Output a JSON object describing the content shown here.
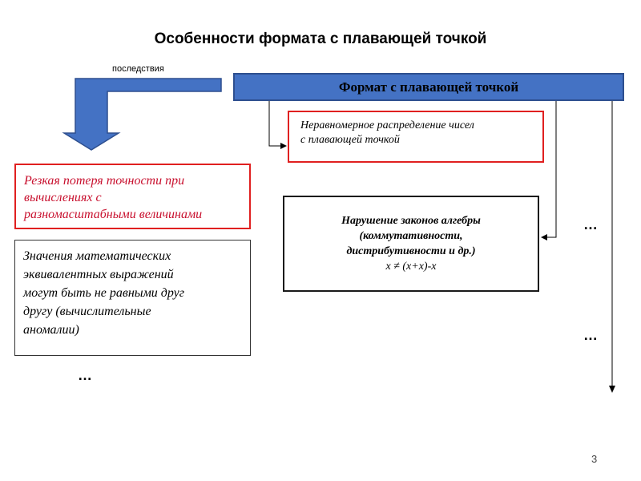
{
  "slide": {
    "title": "Особенности формата с плавающей точкой",
    "consequences_label": "последствия",
    "page_number": "3"
  },
  "diagram": {
    "header_box": "Формат с плавающей точкой",
    "uneven_distribution": [
      "Неравномерное распределение чисел",
      "с плавающей точкой"
    ],
    "algebra_violation": {
      "lines": [
        "Нарушение законов алгебры",
        "(коммутативности,",
        "дистрибутивности и др.)"
      ],
      "formula": "x ≠ (x+x)-x"
    },
    "precision_loss": [
      "Резкая потеря точности при",
      "вычислениях с",
      "разномасштабными величинами"
    ],
    "anomalies": [
      "Значения математических",
      "эквивалентных выражений",
      "могут быть не равными  друг",
      "другу (вычислительные",
      "аномалии)"
    ],
    "ellipsis": "…"
  },
  "colors": {
    "header_fill": "#4472c4",
    "arrow_fill": "#4472c4",
    "red_border": "#e02020",
    "precision_text": "#c8102e"
  }
}
